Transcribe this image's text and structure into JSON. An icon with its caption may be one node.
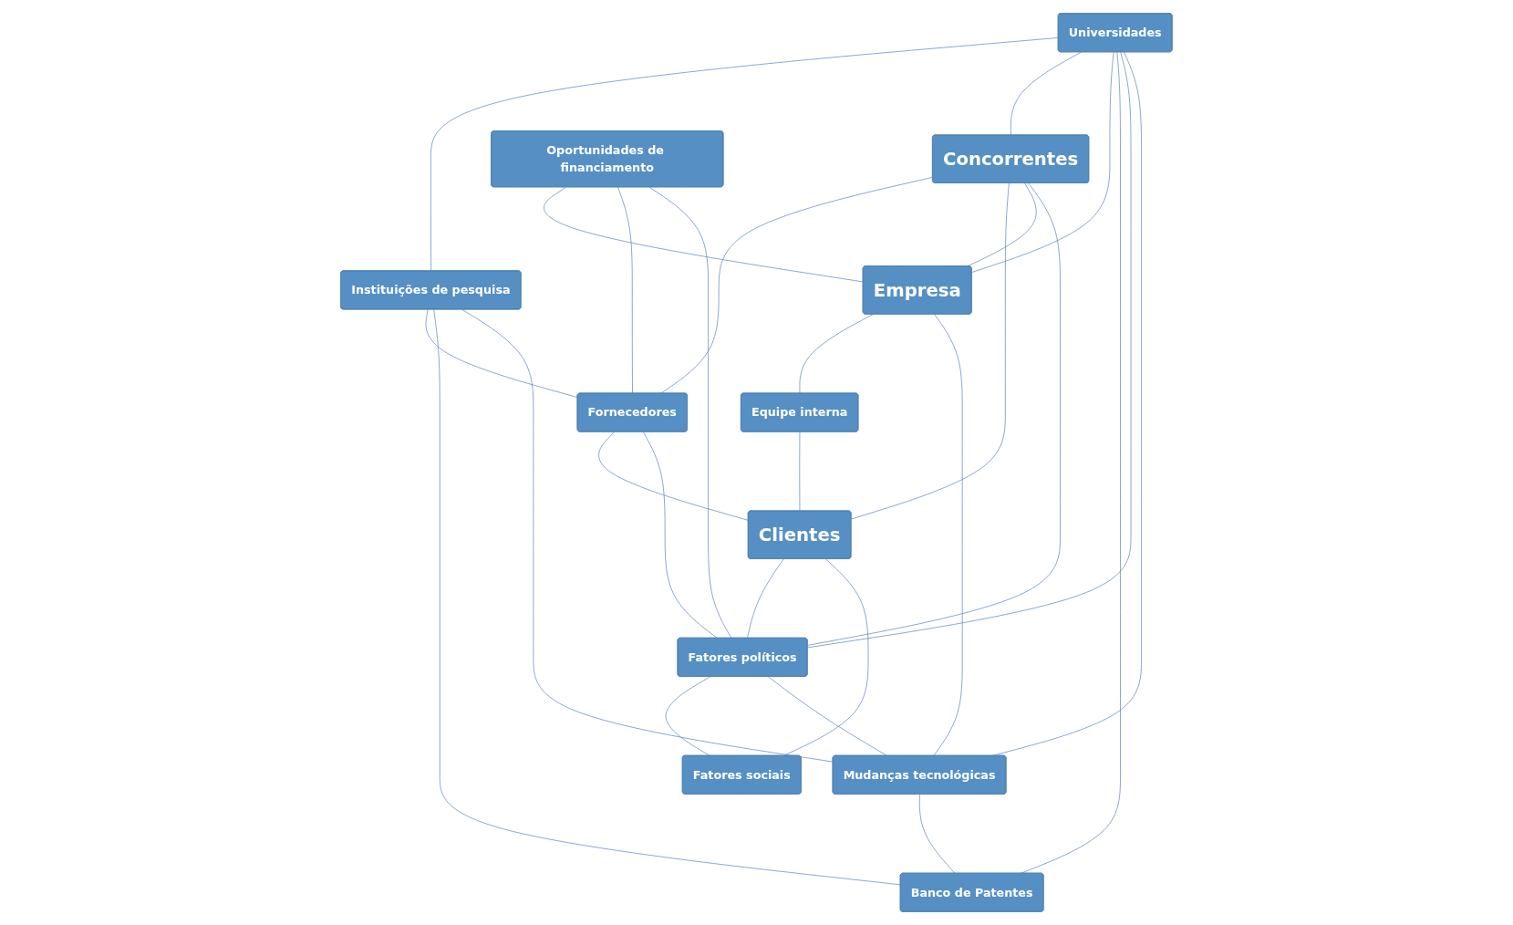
{
  "diagram": {
    "nodes": [
      {
        "text": [
          "Universidades"
        ]
      },
      {
        "text": [
          "Oportunidades de financiamento"
        ]
      },
      {
        "text": [
          "Instituições de pesquisa"
        ]
      },
      {
        "text": [
          "Concorrentes"
        ]
      },
      {
        "text": [
          "Fornecedores"
        ]
      },
      {
        "text": [
          "Empresa"
        ]
      },
      {
        "text": [
          "Equipe interna"
        ]
      },
      {
        "text": [
          "Clientes"
        ]
      },
      {
        "text": [
          "Fatores políticos"
        ]
      },
      {
        "text": [
          "Fatores sociais"
        ]
      },
      {
        "text": [
          "Mudanças tecnológicas"
        ]
      },
      {
        "text": [
          "Banco de Patentes"
        ]
      }
    ],
    "edges": [
      {
        "from": 0,
        "to": 2,
        "arrow": "none"
      },
      {
        "from": 0,
        "to": 3,
        "arrow": "none"
      },
      {
        "from": 0,
        "to": 5,
        "arrow": "none"
      },
      {
        "from": 0,
        "to": 11,
        "arrow": "none"
      },
      {
        "from": 0,
        "to": 8,
        "arrow": "none"
      },
      {
        "from": 0,
        "to": 10,
        "arrow": "none"
      },
      {
        "from": 1,
        "to": 5,
        "arrow": "none"
      },
      {
        "from": 1,
        "to": 4,
        "arrow": "none"
      },
      {
        "from": 1,
        "to": 8,
        "arrow": "none"
      },
      {
        "from": 2,
        "to": 4,
        "arrow": "none"
      },
      {
        "from": 2,
        "to": 11,
        "arrow": "none"
      },
      {
        "from": 2,
        "to": 10,
        "arrow": "none"
      },
      {
        "from": 3,
        "to": 4,
        "arrow": "none"
      },
      {
        "from": 3,
        "to": 7,
        "arrow": "none"
      },
      {
        "from": 3,
        "to": 5,
        "arrow": "none"
      },
      {
        "from": 3,
        "to": 8,
        "arrow": "none"
      },
      {
        "from": 5,
        "to": 6,
        "arrow": "none"
      },
      {
        "from": 6,
        "to": 7,
        "arrow": "none"
      },
      {
        "from": 4,
        "to": 7,
        "arrow": "none"
      },
      {
        "from": 4,
        "to": 8,
        "arrow": "none"
      },
      {
        "from": 5,
        "to": 10,
        "arrow": "none"
      },
      {
        "from": 7,
        "to": 8,
        "arrow": "none"
      },
      {
        "from": 7,
        "to": 9,
        "arrow": "none"
      },
      {
        "from": 8,
        "to": 9,
        "arrow": "none"
      },
      {
        "from": 8,
        "to": 10,
        "arrow": "none"
      },
      {
        "from": 10,
        "to": 11,
        "arrow": "none"
      }
    ]
  }
}
